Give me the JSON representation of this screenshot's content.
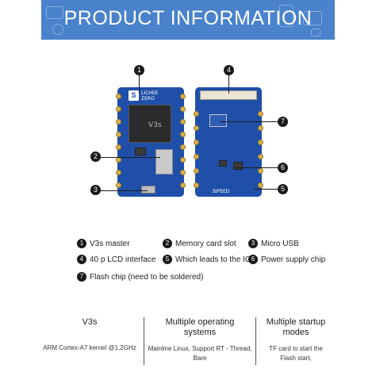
{
  "banner": {
    "title": "PRODUCT INFORMATION",
    "color": "#4a82cc"
  },
  "front_board": {
    "logo_letter": "S",
    "logo_text": "LICHEE ZERO",
    "chip_label": "V3s"
  },
  "back_board": {
    "bottom_text": "SIPEED"
  },
  "markers": [
    "1",
    "2",
    "3",
    "4",
    "5",
    "6",
    "7"
  ],
  "legend": [
    {
      "num": "1",
      "label": "V3s master"
    },
    {
      "num": "2",
      "label": "Memory card slot"
    },
    {
      "num": "3",
      "label": "Micro USB"
    },
    {
      "num": "4",
      "label": "40 p LCD interface"
    },
    {
      "num": "5",
      "label": "Which leads to the IO"
    },
    {
      "num": "6",
      "label": "Power supply chip"
    },
    {
      "num": "7",
      "label": "Flash chip (need to be soldered)"
    }
  ],
  "specs": [
    {
      "title": "V3s",
      "body": "ARM Cortex-A7 kernel @1.2GHz"
    },
    {
      "title": "Multiple  operating systems",
      "body": "Mainline Linux,  Support RT - Thread, Bare"
    },
    {
      "title": "Multiple startup modes",
      "body": "TF card to start the Flash start,"
    }
  ]
}
